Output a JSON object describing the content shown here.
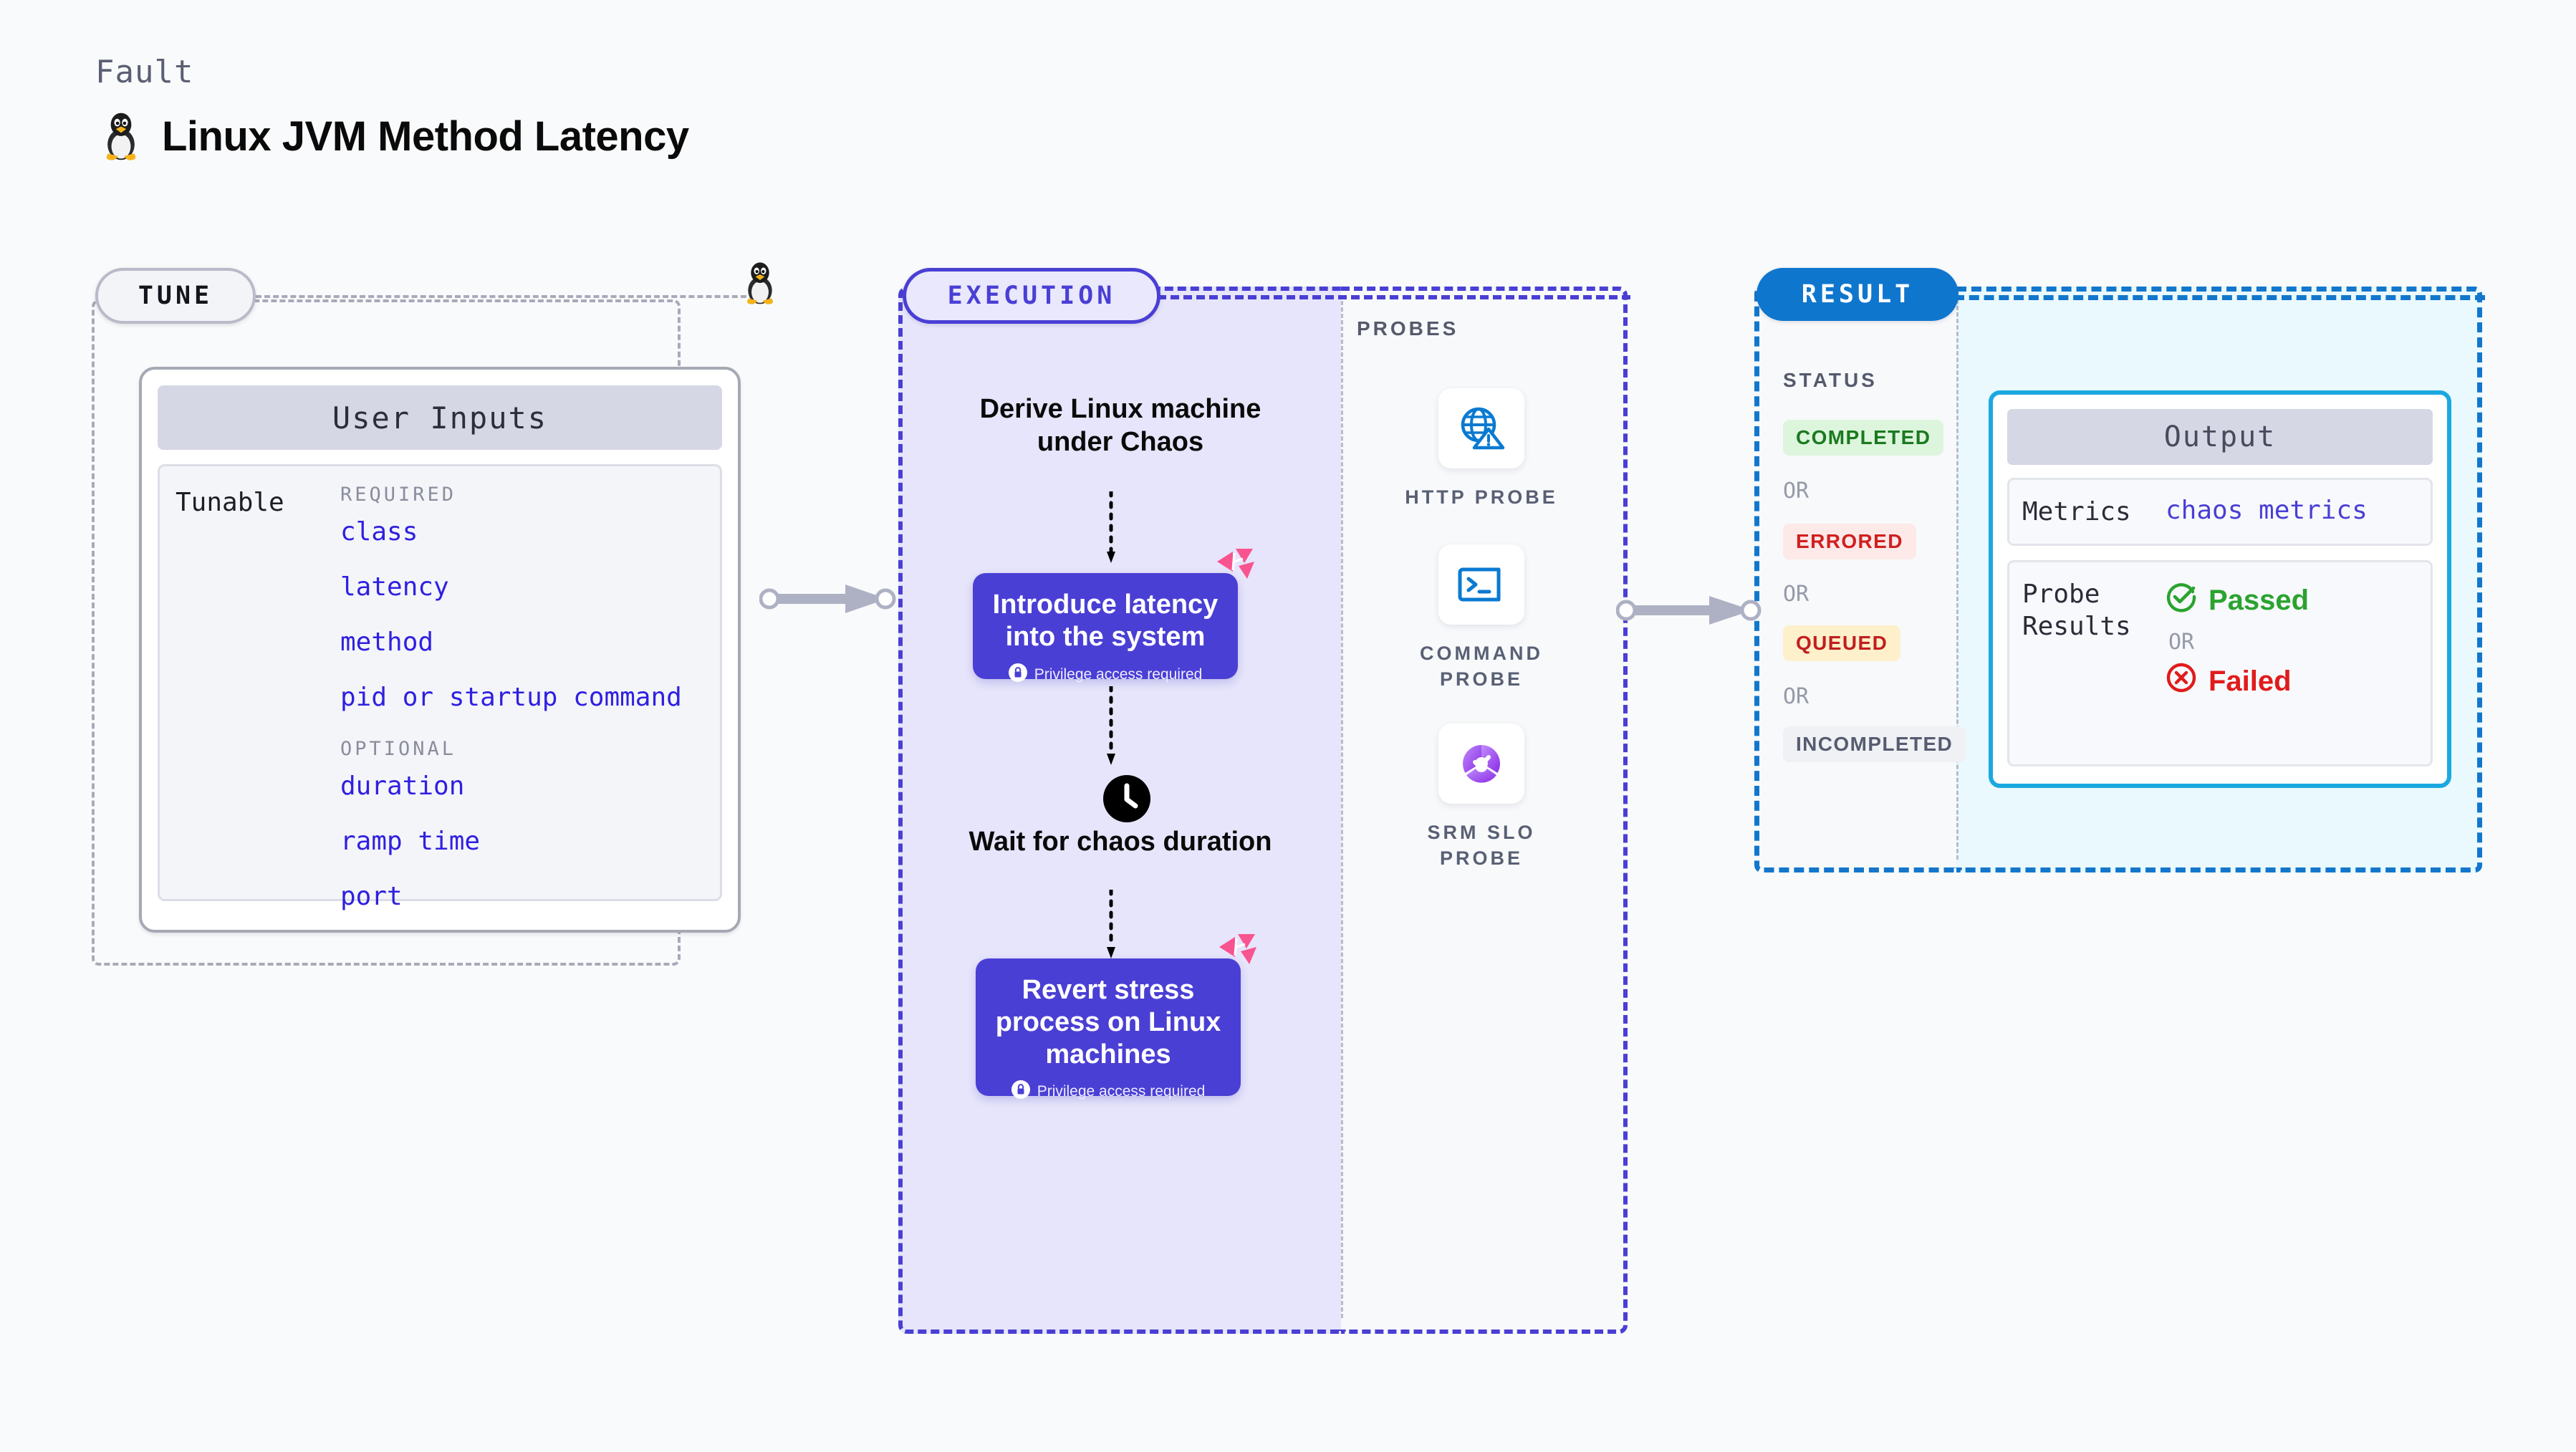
{
  "header": {
    "kicker": "Fault",
    "title": "Linux JVM Method Latency",
    "icon": "linux-tux-icon"
  },
  "tune": {
    "badge": "TUNE",
    "platform_icon": "linux-tux-icon",
    "user_inputs": {
      "card_title": "User Inputs",
      "row_label": "Tunable",
      "required_label": "REQUIRED",
      "required": [
        "class",
        "latency",
        "method",
        "pid or startup command"
      ],
      "optional_label": "OPTIONAL",
      "optional": [
        "duration",
        "ramp time",
        "port"
      ]
    }
  },
  "execution": {
    "badge": "EXECUTION",
    "steps": [
      {
        "id": "derive",
        "type": "text",
        "label": "Derive Linux machine under Chaos"
      },
      {
        "id": "introduce-latency",
        "type": "action",
        "label": "Introduce latency into the system",
        "privilege_note": "Privilege access required",
        "privilege_icon": "lock-icon",
        "chaos_badge_icon": "litmus-chaos-icon"
      },
      {
        "id": "wait",
        "type": "wait",
        "icon": "clock-icon",
        "label": "Wait for chaos duration"
      },
      {
        "id": "revert-stress",
        "type": "action",
        "label": "Revert stress process on Linux machines",
        "privilege_note": "Privilege access required",
        "privilege_icon": "lock-icon",
        "chaos_badge_icon": "litmus-chaos-icon"
      }
    ]
  },
  "probes": {
    "title": "PROBES",
    "items": [
      {
        "label": "HTTP PROBE",
        "icon": "globe-warning-icon"
      },
      {
        "label": "COMMAND PROBE",
        "icon": "terminal-icon"
      },
      {
        "label": "SRM SLO PROBE",
        "icon": "slo-donut-check-icon"
      }
    ]
  },
  "result": {
    "badge": "RESULT",
    "status_title": "STATUS",
    "or_label": "OR",
    "statuses": [
      {
        "label": "COMPLETED",
        "bg": "#ddf5dd",
        "fg": "#1a7a1f"
      },
      {
        "label": "ERRORED",
        "bg": "#fde9e8",
        "fg": "#cf2020"
      },
      {
        "label": "QUEUED",
        "bg": "#fdf0cb",
        "fg": "#c21e1e"
      },
      {
        "label": "INCOMPLETED",
        "bg": "#f0f1f5",
        "fg": "#565c70"
      }
    ],
    "output": {
      "card_title": "Output",
      "metrics_label": "Metrics",
      "metrics_value": "chaos metrics",
      "probe_results_label": "Probe Results",
      "passed_label": "Passed",
      "passed_icon": "check-circle-icon",
      "or_label": "OR",
      "failed_label": "Failed",
      "failed_icon": "x-circle-icon"
    }
  },
  "connectors": [
    {
      "id": "tune-to-execution",
      "icon": "arrow-right-icon"
    },
    {
      "id": "probes-to-result",
      "icon": "arrow-right-icon"
    }
  ],
  "colors": {
    "page_bg": "#f9fafb",
    "execution_accent": "#4a3fd4",
    "execution_fill": "#e6e5fb",
    "result_accent": "#1277cc",
    "result_fill": "#eaf9fd",
    "tune_accent": "#a8aab8",
    "tunable_value": "#3020e0",
    "chaos_badge": "#f8548f"
  }
}
